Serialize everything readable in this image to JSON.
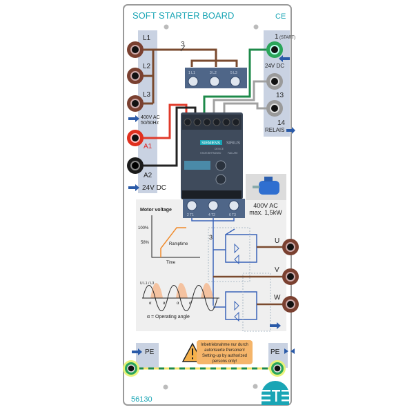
{
  "board": {
    "title": "SOFT STARTER BOARD",
    "ce_mark": "CE",
    "model_number": "56130",
    "logo": "ETS",
    "accent_color": "#1aa5b5"
  },
  "left_terminals": {
    "l1": "L1",
    "l2": "L2",
    "l3": "L3",
    "supply_line1": "400V AC",
    "supply_line2": "50/60Hz",
    "a1": "A1",
    "a2": "A2",
    "control_supply": "24V DC"
  },
  "right_terminals": {
    "start": "1",
    "start_note": "(START)",
    "start_supply": "24V DC",
    "relay13": "13",
    "relay14": "14",
    "relay_label": "RELAIS"
  },
  "terminal_block_in": [
    "1 L1",
    "3 L2",
    "5 L3"
  ],
  "terminal_block_out": [
    "2 T1",
    "4 T2",
    "6 T3"
  ],
  "wire_count_label": "3",
  "device": {
    "brand": "SIEMENS",
    "series": "SIRIUS",
    "led1": "DEVICE",
    "led2": "STATE/BYPASSED",
    "led3": "FAILURE"
  },
  "motor": {
    "line1": "400V AC",
    "line2": "max. 1,5kW"
  },
  "outputs": {
    "u": "U",
    "v": "V",
    "w": "W"
  },
  "ramp_chart": {
    "title": "Motor voltage",
    "y100": "100%",
    "y58": "58%",
    "ramp_label": "Ramptime",
    "x_label": "Time"
  },
  "phase_chart": {
    "y_label": "U L1 / L3",
    "alpha": "α",
    "legend": "α = Operating angle"
  },
  "pe": {
    "left": "PE",
    "right": "PE"
  },
  "warning": {
    "line1": "Inbetriebnahme nur durch",
    "line2": "autorisierte Personen!",
    "line3": "Setting-up by authorized",
    "line4": "persons only!"
  }
}
